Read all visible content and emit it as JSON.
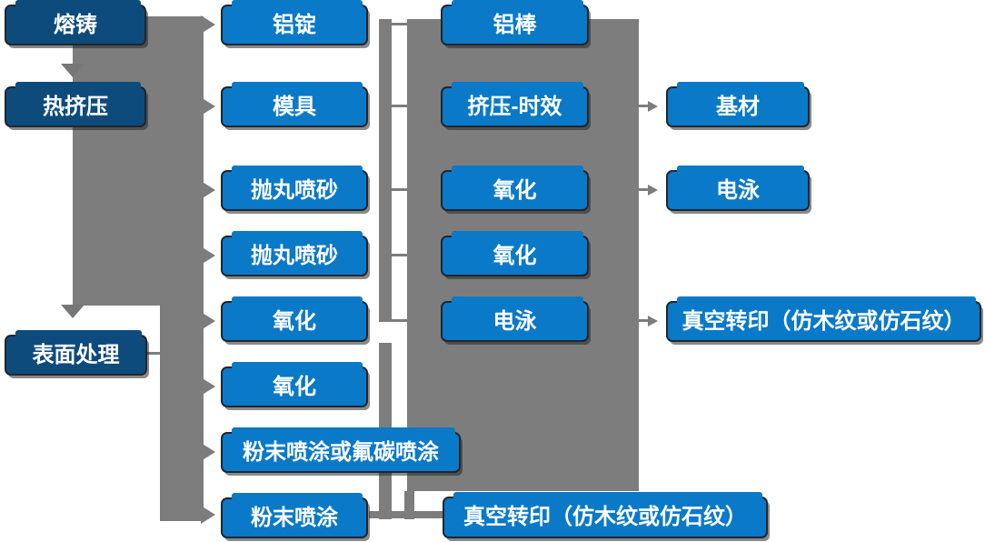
{
  "diagram_type": "process-flowchart",
  "language": "zh-CN",
  "colors": {
    "stage_box_navy": "#0e4b7d",
    "process_box_blue": "#0a79c8",
    "connector_gray": "#7d7d7d",
    "box_border_dark": "#20262e",
    "text_white": "#ffffff",
    "background": "#ffffff"
  },
  "nodes": {
    "melting": {
      "label": "熔铸"
    },
    "hot_extrusion": {
      "label": "热挤压"
    },
    "surface_treatment": {
      "label": "表面处理"
    },
    "aluminum_ingot": {
      "label": "铝锭"
    },
    "mold": {
      "label": "模具"
    },
    "shot_blasting_1": {
      "label": "抛丸喷砂"
    },
    "shot_blasting_2": {
      "label": "抛丸喷砂"
    },
    "oxidation_left_1": {
      "label": "氧化"
    },
    "oxidation_left_2": {
      "label": "氧化"
    },
    "powder_or_fluorocarbon_coating": {
      "label": "粉末喷涂或氟碳喷涂"
    },
    "powder_coating": {
      "label": "粉末喷涂"
    },
    "aluminum_rod": {
      "label": "铝棒"
    },
    "extrusion_aging": {
      "label": "挤压-时效"
    },
    "oxidation_mid_1": {
      "label": "氧化"
    },
    "oxidation_mid_2": {
      "label": "氧化"
    },
    "electrophoresis_mid": {
      "label": "电泳"
    },
    "vacuum_transfer_bottom": {
      "label": "真空转印（仿木纹或仿石纹）"
    },
    "base_material": {
      "label": "基材"
    },
    "electrophoresis_right": {
      "label": "电泳"
    },
    "vacuum_transfer_right": {
      "label": "真空转印（仿木纹或仿石纹）"
    }
  }
}
